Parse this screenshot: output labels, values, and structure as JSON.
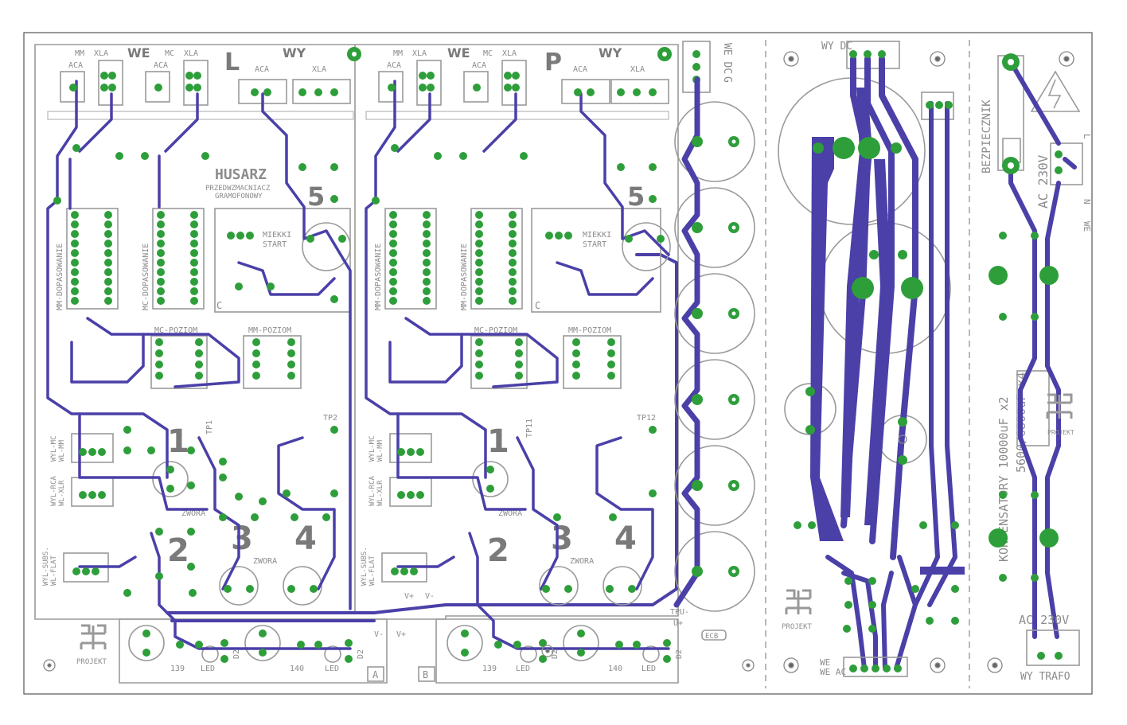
{
  "board": {
    "colors": {
      "trace": "#4a40a8",
      "pad": "#2e9e3a",
      "silkscreen": "#9a9a9a",
      "background": "#ffffff"
    },
    "title_logo": "HUSARZ",
    "subtitle_1": "PRZEDWZMACNIACZ",
    "subtitle_2": "GRAMOFONOWY",
    "logo_text": "PROJEKT"
  },
  "left_channel": {
    "we": "WE",
    "wy": "WY",
    "letter": "L",
    "mm": "MM",
    "mc": "MC",
    "xla": "XLA",
    "aca": "ACA",
    "xla_out": "XLA",
    "mm_dopasowanie": "MM-DOPASOWANIE",
    "mc_dopasowanie": "MC-DOPASOWANIE",
    "mc_poziom": "MC-POZIOM",
    "mm_poziom": "MM-POZIOM",
    "wyl_mc": "WYL-MC",
    "wl_mm": "WL-MM",
    "wyl_rca": "WYL-RCA",
    "wl_xlr": "WL-XLR",
    "wyl_subs": "WYL-SUBS.",
    "wl_flat": "WL-FLAT",
    "miekki": "MIEKKI",
    "start": "START",
    "tp1": "TP1",
    "tp2": "TP2",
    "n1": "1",
    "n2": "2",
    "n3": "3",
    "n4": "4",
    "n5": "5",
    "q139": "139",
    "q140": "140",
    "led": "LED",
    "d2": "D2",
    "c": "C",
    "zwora": "ZWORA",
    "tab_a": "A"
  },
  "right_channel": {
    "we": "WE",
    "wy": "WY",
    "letter": "P",
    "tp11": "TP11",
    "tp12": "TP12",
    "tab_b": "B",
    "vplus": "V+",
    "vminus": "V-",
    "tpu": "TPU-",
    "uplus": "U+",
    "ecb": "ECB"
  },
  "power_section": {
    "we_dc": "WE DC",
    "wy_dc": "WY DC",
    "g": "G",
    "we_ac": "WE AC",
    "bezpiecznik": "BEZPIECZNIK",
    "ac230": "AC 230V",
    "ac230_bottom": "AC 230V",
    "wy_trafo": "WY TRAFO",
    "kondensatory_1": "KONDENSATORY 10000uF x2",
    "kondensatory_2": "5600/6800uF x4",
    "we_label": "WE",
    "l": "L",
    "n": "N"
  }
}
